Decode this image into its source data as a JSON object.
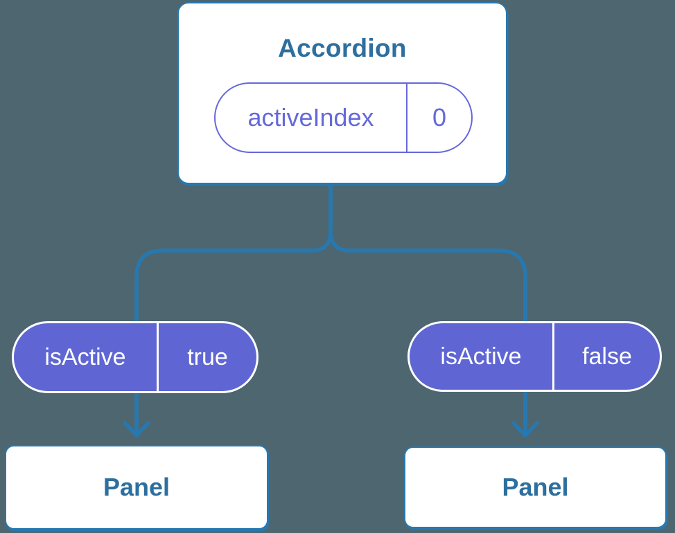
{
  "diagram": {
    "root": {
      "label": "Accordion",
      "state": {
        "name": "activeIndex",
        "value": "0"
      }
    },
    "children": [
      {
        "prop": {
          "name": "isActive",
          "value": "true"
        },
        "node": {
          "label": "Panel"
        }
      },
      {
        "prop": {
          "name": "isActive",
          "value": "false"
        },
        "node": {
          "label": "Panel"
        }
      }
    ],
    "colors": {
      "background": "#4D6670",
      "connector_blue": "#2878B0",
      "node_text_blue": "#2D6F9E",
      "prop_pill_fill": "#5F66D4",
      "state_pill_accent": "#6568DA",
      "node_fill": "#FFFFFF"
    }
  }
}
